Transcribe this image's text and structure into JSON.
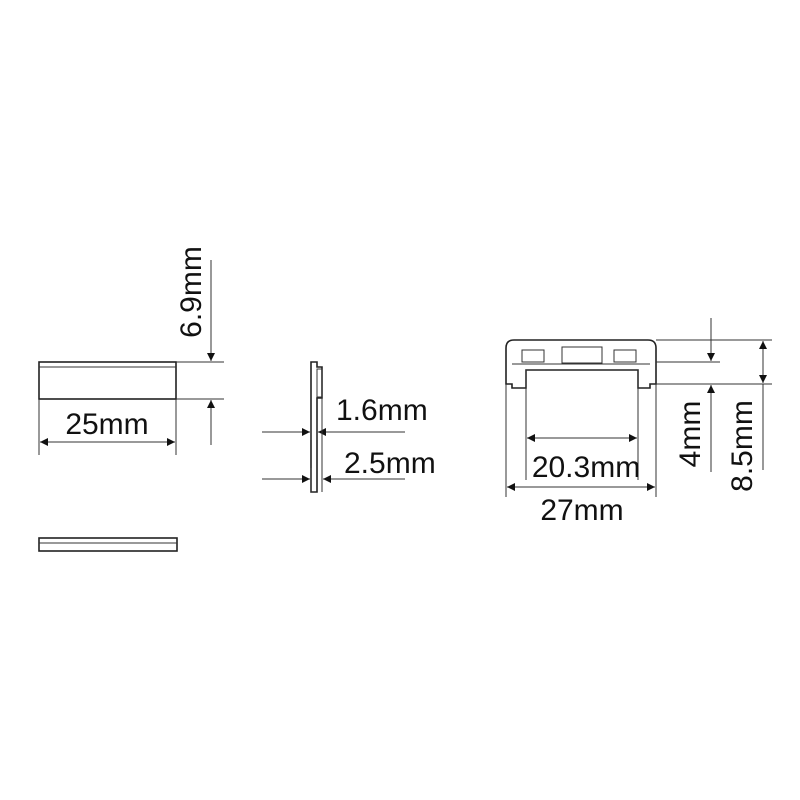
{
  "views": {
    "front": {
      "width_label": "25mm",
      "height_label": "6.9mm"
    },
    "side": {
      "inner_thickness_label": "1.6mm",
      "outer_thickness_label": "2.5mm"
    },
    "profile": {
      "inner_width_label": "20.3mm",
      "outer_width_label": "27mm",
      "step_height_label": "4mm",
      "total_height_label": "8.5mm"
    }
  }
}
